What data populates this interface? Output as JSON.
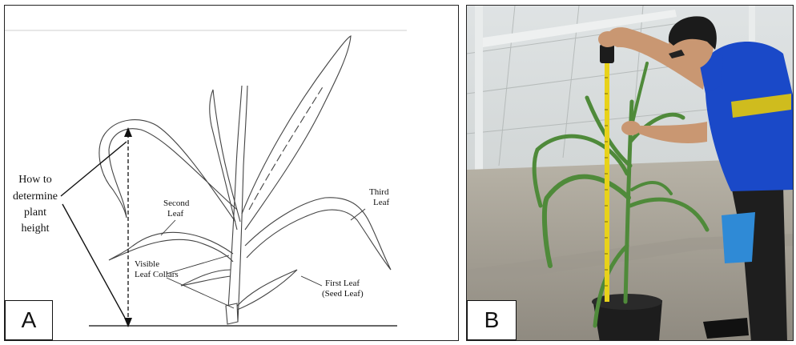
{
  "panel_a": {
    "letter": "A",
    "labels": {
      "height_line1": "How to",
      "height_line2": "determine",
      "height_line3": "plant",
      "height_line4": "height",
      "second_leaf_line1": "Second",
      "second_leaf_line2": "Leaf",
      "third_leaf_line1": "Third",
      "third_leaf_line2": "Leaf",
      "collars_line1": "Visible",
      "collars_line2": "Leaf Collars",
      "first_leaf_line1": "First Leaf",
      "first_leaf_line2": "(Seed Leaf)"
    }
  },
  "panel_b": {
    "letter": "B"
  },
  "colors": {
    "line": "#333333",
    "tape": "#e8d21a",
    "shirt": "#1a49c8",
    "foliage": "#4f8a3a"
  }
}
